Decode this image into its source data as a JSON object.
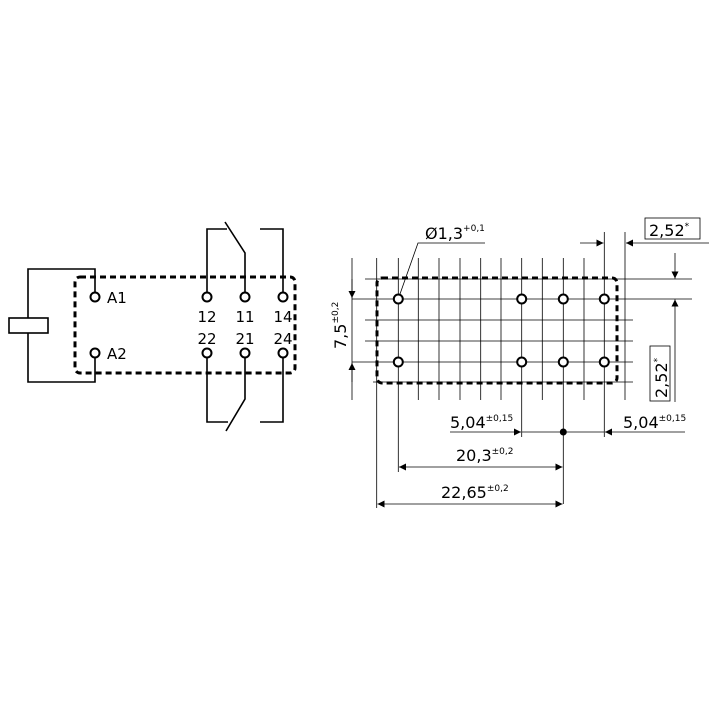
{
  "schematic": {
    "coil_terminals": [
      "A1",
      "A2"
    ],
    "contacts_top": [
      "12",
      "11",
      "14"
    ],
    "contacts_bottom": [
      "22",
      "21",
      "24"
    ]
  },
  "footprint": {
    "hole_diameter": {
      "value": "Ø1,3",
      "tol": "+0,1"
    },
    "height": {
      "value": "7,5",
      "tol": "±0,2"
    },
    "grid_h": {
      "value": "2,52",
      "mark": "*"
    },
    "grid_v": {
      "value": "2,52",
      "mark": "*"
    },
    "pitch_left": {
      "value": "5,04",
      "tol": "±0,15"
    },
    "pitch_right": {
      "value": "5,04",
      "tol": "±0,15"
    },
    "span": {
      "value": "20,3",
      "tol": "±0,2"
    },
    "length": {
      "value": "22,65",
      "tol": "±0,2"
    }
  }
}
